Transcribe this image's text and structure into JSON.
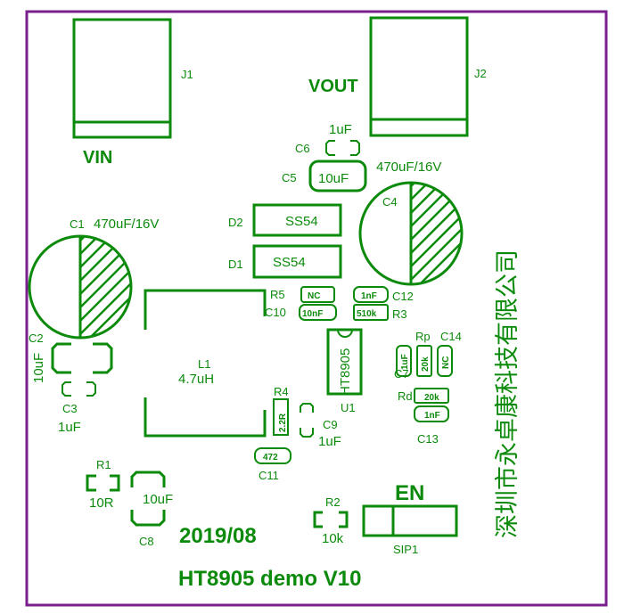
{
  "board": {
    "company": "深圳市永卓康科技有限公司",
    "title": "HT8905 demo V10",
    "date": "2019/08",
    "en": "EN",
    "vin": "VIN",
    "vout": "VOUT"
  },
  "refs": {
    "J1": "J1",
    "J2": "J2",
    "C1": "C1",
    "C2": "C2",
    "C3": "C3",
    "C4": "C4",
    "C5": "C5",
    "C6": "C6",
    "C7": "C7",
    "C8": "C8",
    "C9": "C9",
    "C10": "C10",
    "C11": "C11",
    "C12": "C12",
    "C13": "C13",
    "C14": "C14",
    "D1": "D1",
    "D2": "D2",
    "L1": "L1",
    "U1": "U1",
    "R1": "R1",
    "R2": "R2",
    "R3": "R3",
    "R4": "R4",
    "R5": "R5",
    "Rp": "Rp",
    "Rd": "Rd",
    "SIP1": "SIP1"
  },
  "values": {
    "C1": "470uF/16V",
    "C4": "470uF/16V",
    "C2": "10uF",
    "C3": "1uF",
    "C5": "10uF",
    "C6": "1uF",
    "C8": "10uF",
    "C9": "1uF",
    "L1": "4.7uH",
    "R1": "10R",
    "R2": "10k",
    "D1": "SS54",
    "D2": "SS54",
    "U1": "HT8905",
    "R5_in": "NC",
    "C10_in": "10nF",
    "C12_in": "1nF",
    "R3_in": "510k",
    "R4_in": "2.2R",
    "C11_in": "472",
    "C7_in": "1uF",
    "Rp_in": "20k",
    "C14_in": "NC",
    "Rd_in": "20k",
    "C13_in": "1nF"
  }
}
